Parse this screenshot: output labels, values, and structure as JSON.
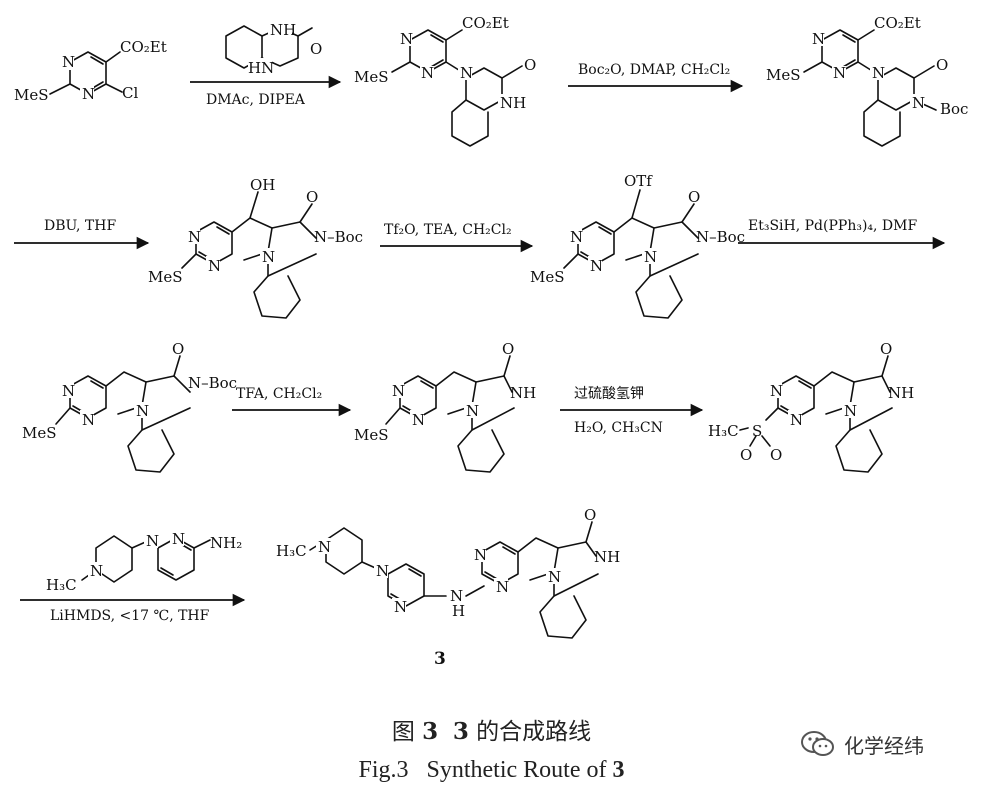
{
  "structures": {
    "s1": {
      "ester": "CO₂Et",
      "cl": "Cl",
      "mes": "MeS",
      "n": "N"
    },
    "r1": {
      "nh1": "NH",
      "nh2": "HN",
      "o": "O"
    },
    "s2": {
      "ester": "CO₂Et",
      "mes": "MeS",
      "n": "N",
      "nh": "NH",
      "o": "O"
    },
    "s3": {
      "ester": "CO₂Et",
      "mes": "MeS",
      "n": "N",
      "boc": "Boc",
      "o": "O"
    },
    "s4": {
      "oh": "OH",
      "mes": "MeS",
      "n": "N",
      "boc": "N–Boc",
      "o": "O"
    },
    "s5": {
      "otf": "OTf",
      "mes": "MeS",
      "n": "N",
      "boc": "N–Boc",
      "o": "O"
    },
    "s6": {
      "mes": "MeS",
      "n": "N",
      "boc": "N–Boc",
      "o": "O"
    },
    "s7": {
      "mes": "MeS",
      "n": "N",
      "nh": "NH",
      "o": "O"
    },
    "s8": {
      "ch3": "H₃C",
      "s": "S",
      "o": "O",
      "n": "N",
      "nh": "NH"
    },
    "r2": {
      "ch3": "H₃C",
      "n": "N",
      "nh2": "NH₂"
    },
    "s9": {
      "ch3": "H₃C",
      "n": "N",
      "nh": "NH",
      "h": "H",
      "o": "O"
    }
  },
  "conditions": {
    "step1": "DMAc, DIPEA",
    "step2": "Boc₂O, DMAP, CH₂Cl₂",
    "step3": "DBU, THF",
    "step4": "Tf₂O, TEA, CH₂Cl₂",
    "step5": "Et₃SiH, Pd(PPh₃)₄, DMF",
    "step6": "TFA, CH₂Cl₂",
    "step7a": "过硫酸氢钾",
    "step7b": "H₂O, CH₃CN",
    "step8": "LiHMDS, <17 ℃, THF"
  },
  "compound_number": "3",
  "caption": {
    "cn_prefix": "图",
    "cn_num": "3",
    "cn_num2": "3",
    "cn_text": "的合成路线",
    "en_prefix": "Fig.3",
    "en_text": "Synthetic Route of",
    "en_num": "3"
  },
  "watermark": {
    "text": "化学经纬",
    "icon": "wechat-icon"
  }
}
